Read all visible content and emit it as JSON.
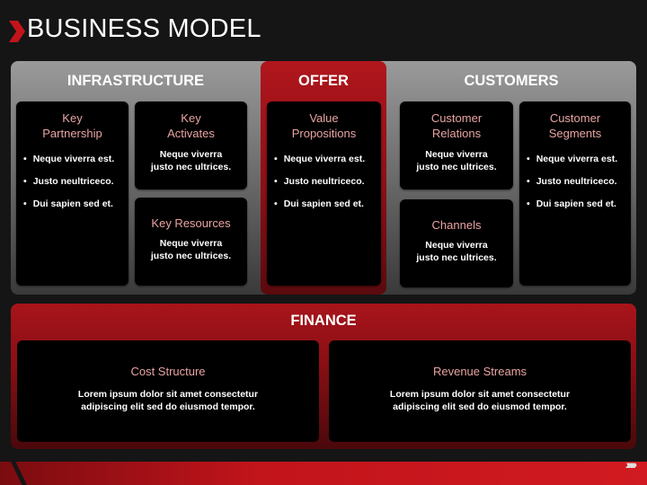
{
  "title": "BUSINESS MODEL",
  "sections": {
    "infrastructure": "INFRASTRUCTURE",
    "offer": "OFFER",
    "customers": "CUSTOMERS",
    "finance": "FINANCE"
  },
  "cards": {
    "key_partnership": {
      "title_line1": "Key",
      "title_line2": "Partnership",
      "bullets": [
        "Neque viverra est.",
        "Justo neultriceco.",
        "Dui sapien sed et."
      ]
    },
    "key_activates": {
      "title_line1": "Key",
      "title_line2": "Activates",
      "text_line1": "Neque viverra",
      "text_line2": "justo nec ultrices."
    },
    "key_resources": {
      "title": "Key Resources",
      "text_line1": "Neque viverra",
      "text_line2": "justo nec ultrices."
    },
    "value_propositions": {
      "title_line1": "Value",
      "title_line2": "Propositions",
      "bullets": [
        "Neque viverra est.",
        "Justo neultriceco.",
        "Dui sapien sed et."
      ]
    },
    "customer_relations": {
      "title_line1": "Customer",
      "title_line2": "Relations",
      "text_line1": "Neque viverra",
      "text_line2": "justo nec ultrices."
    },
    "channels": {
      "title": "Channels",
      "text_line1": "Neque viverra",
      "text_line2": "justo nec ultrices."
    },
    "customer_segments": {
      "title_line1": "Customer",
      "title_line2": "Segments",
      "bullets": [
        "Neque viverra est.",
        "Justo neultriceco.",
        "Dui sapien sed et."
      ]
    },
    "cost_structure": {
      "title": "Cost Structure",
      "text_line1": "Lorem ipsum dolor sit amet consectetur",
      "text_line2": "adipiscing elit sed do eiusmod tempor."
    },
    "revenue_streams": {
      "title": "Revenue Streams",
      "text_line1": "Lorem ipsum dolor sit amet consectetur",
      "text_line2": "adipiscing elit sed do eiusmod tempor."
    }
  },
  "decor": {
    "chevrons": "››››››",
    "accent_color": "#c2141b",
    "title_icon": "chevron-right-icon"
  }
}
